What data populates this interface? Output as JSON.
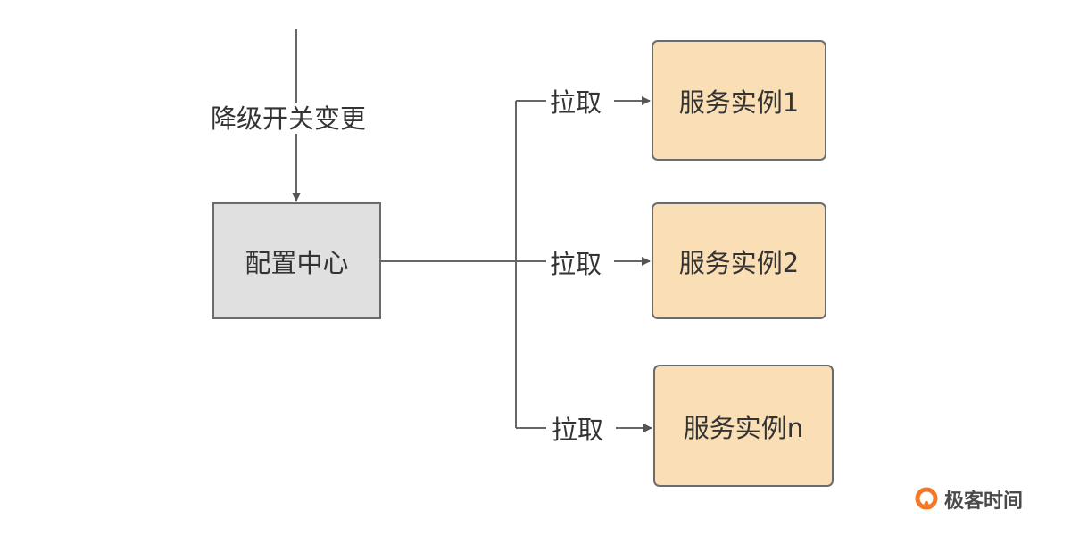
{
  "diagram": {
    "trigger": {
      "label": "降级开关变更"
    },
    "config_center": {
      "label": "配置中心"
    },
    "edges": [
      {
        "label": "拉取",
        "target": "服务实例1"
      },
      {
        "label": "拉取",
        "target": "服务实例2"
      },
      {
        "label": "拉取",
        "target": "服务实例n"
      }
    ],
    "service_instances": [
      {
        "label": "服务实例1"
      },
      {
        "label": "服务实例2"
      },
      {
        "label": "服务实例n"
      }
    ],
    "colors": {
      "config_fill": "#e0e0e0",
      "instance_fill": "#fadfb6",
      "stroke": "#6b6b6b",
      "logo_accent": "#f07a2a"
    }
  },
  "watermark": {
    "text": "极客时间"
  }
}
